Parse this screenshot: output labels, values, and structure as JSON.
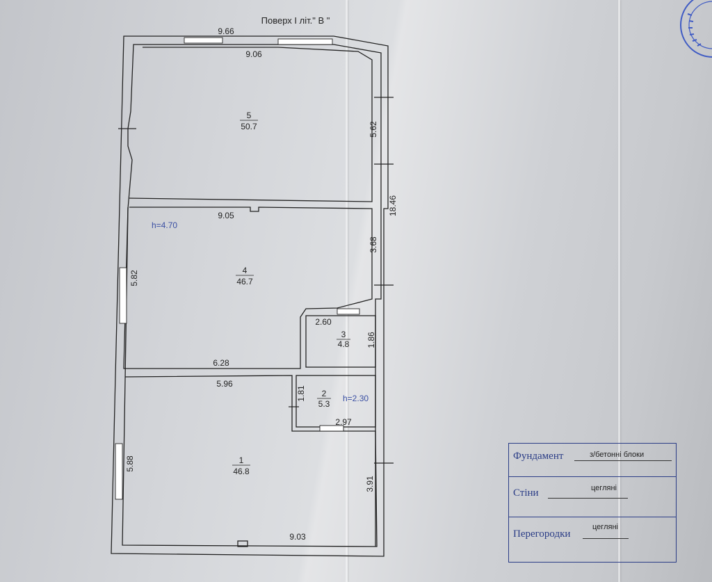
{
  "floor_plan": {
    "title": "Поверх I літ.\" В \"",
    "dimensions": {
      "top_outer": "9.66",
      "top_inner": "9.06",
      "right_room5": "5.62",
      "overall_right": "18.46",
      "room4_top": "9.05",
      "room4_right": "3.68",
      "room4_left": "5.82",
      "room3_width": "2.60",
      "room3_height": "1.86",
      "room4_bottom": "6.28",
      "room1_top": "5.96",
      "room2_height": "1.81",
      "room2_width": "2.97",
      "room1_left": "5.88",
      "room1_right": "3.91",
      "room1_bottom": "9.03"
    },
    "heights": {
      "main": "h=4.70",
      "annex": "h=2.30"
    },
    "rooms": [
      {
        "number": "5",
        "area": "50.7"
      },
      {
        "number": "4",
        "area": "46.7"
      },
      {
        "number": "3",
        "area": "4.8"
      },
      {
        "number": "2",
        "area": "5.3"
      },
      {
        "number": "1",
        "area": "46.8"
      }
    ]
  },
  "legend": {
    "foundation_label": "Фундамент",
    "foundation_value": "з/бетонні блоки",
    "walls_label": "Стіни",
    "walls_value": "цегляні",
    "partitions_label": "Перегородки",
    "partitions_value": "цегляні"
  },
  "colors": {
    "ink": "#222222",
    "legend_blue": "#2a3c86",
    "height_blue": "#3a4fa3",
    "stamp_blue": "#3f5bc4"
  }
}
